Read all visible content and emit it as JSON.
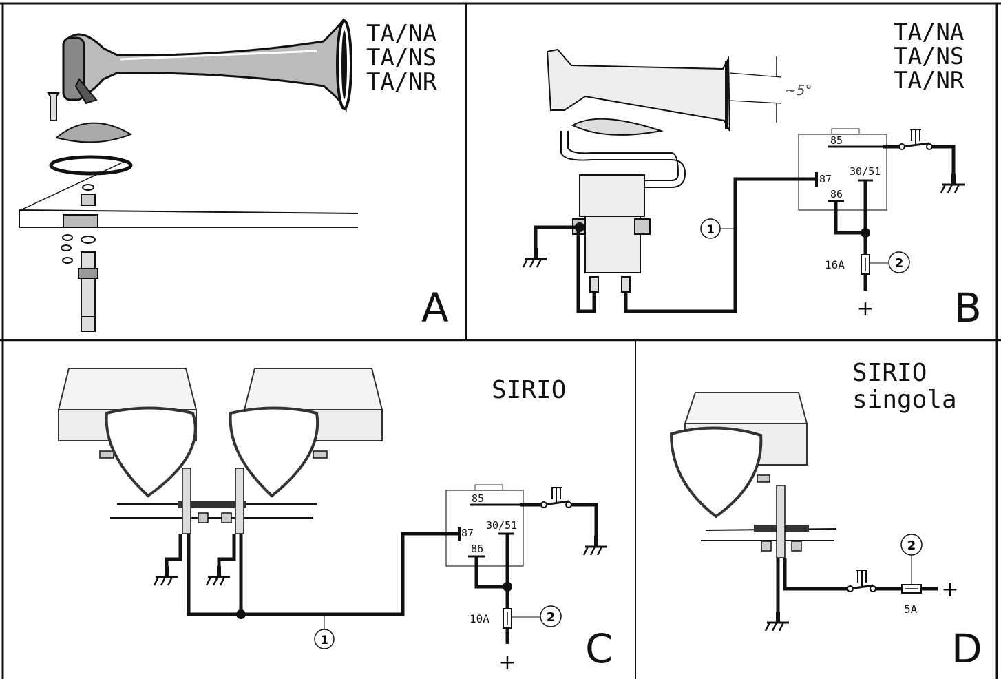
{
  "panels": {
    "A": {
      "letter": "A",
      "models": [
        "TA/NA",
        "TA/NS",
        "TA/NR"
      ]
    },
    "B": {
      "letter": "B",
      "models": [
        "TA/NA",
        "TA/NS",
        "TA/NR"
      ],
      "angle": "~5°",
      "relay": {
        "p85": "85",
        "p87": "87",
        "p3051": "30/51",
        "p86": "86"
      },
      "fuse": "16A",
      "callout_wire": "1",
      "callout_fuse": "2",
      "plus": "+"
    },
    "C": {
      "letter": "C",
      "title": "SIRIO",
      "relay": {
        "p85": "85",
        "p87": "87",
        "p3051": "30/51",
        "p86": "86"
      },
      "fuse": "10A",
      "callout_wire": "1",
      "callout_fuse": "2",
      "plus": "+"
    },
    "D": {
      "letter": "D",
      "title_line1": "SIRIO",
      "title_line2": "singola",
      "fuse": "5A",
      "callout_fuse": "2",
      "plus": "+"
    }
  }
}
